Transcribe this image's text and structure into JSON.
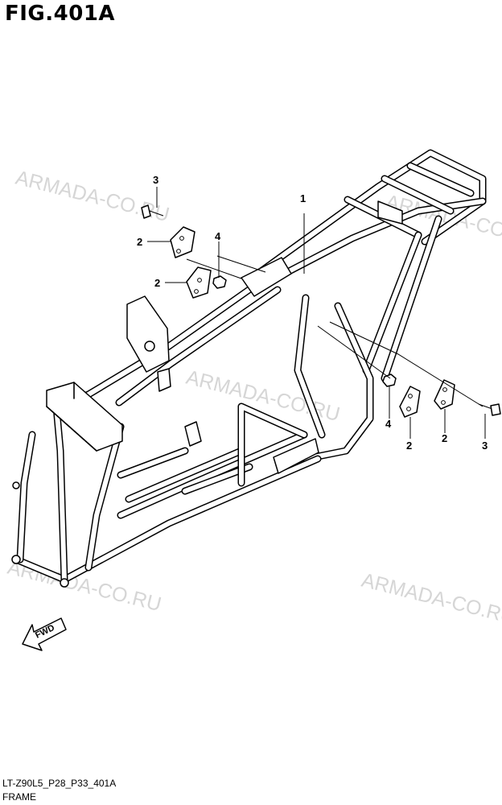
{
  "figure_title": "FIG.401A",
  "watermark_text": "ARMADA-CO.RU",
  "callouts": {
    "frame": "1",
    "bracket_left_upper": "2",
    "bracket_left_lower": "2",
    "bolt_left": "3",
    "nut_left": "4",
    "nut_right": "4",
    "bracket_right_a": "2",
    "bracket_right_b": "2",
    "bolt_right": "3"
  },
  "fwd_label": "FWD",
  "footer": {
    "code": "LT-Z90L5_P28_P33_401A",
    "name": "FRAME"
  },
  "colors": {
    "line": "#000000",
    "watermark": "#d6d6d6",
    "background": "#ffffff"
  }
}
